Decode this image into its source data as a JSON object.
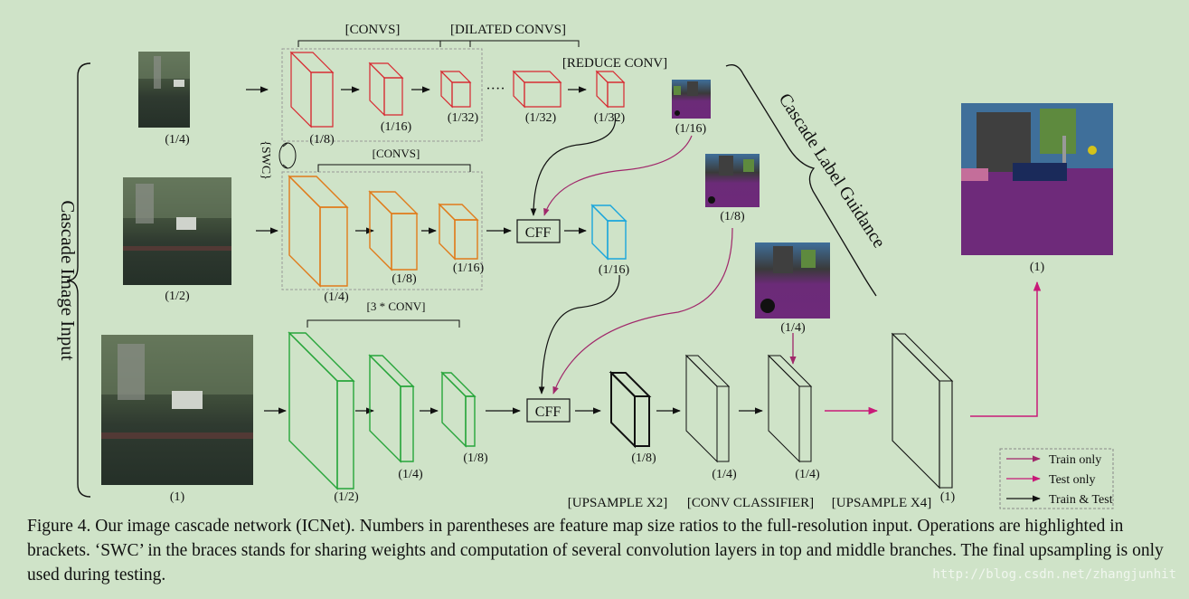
{
  "figure": {
    "side_label": "Cascade Image Input",
    "guidance_label": "Cascade Label Guidance",
    "swc_label": "{SWC}",
    "ops": {
      "convs_top": "[CONVS]",
      "dilated_convs": "[DILATED CONVS]",
      "reduce_conv": "[REDUCE CONV]",
      "convs_mid": "[CONVS]",
      "conv3": "[3 * CONV]",
      "upsample_x2": "[UPSAMPLE X2]",
      "conv_classifier": "[CONV CLASSIFIER]",
      "upsample_x4": "[UPSAMPLE X4]"
    },
    "ratios": {
      "img_top": "(1/4)",
      "img_mid": "(1/2)",
      "img_bot": "(1)",
      "top_1": "(1/8)",
      "top_2": "(1/16)",
      "top_3": "(1/32)",
      "top_4": "(1/32)",
      "top_5": "(1/32)",
      "mid_1": "(1/4)",
      "mid_2": "(1/8)",
      "mid_3": "(1/16)",
      "cff1_out": "(1/16)",
      "bot_1": "(1/2)",
      "bot_2": "(1/4)",
      "bot_3": "(1/8)",
      "up_1": "(1/8)",
      "cls_1": "(1/4)",
      "cls_2": "(1/4)",
      "up_final": "(1)",
      "label_16": "(1/16)",
      "label_8": "(1/8)",
      "label_4": "(1/4)",
      "output": "(1)"
    },
    "cff_label": "CFF",
    "dots": "····",
    "legend": {
      "train_only": "Train only",
      "test_only": "Test only",
      "train_test": "Train & Test"
    },
    "colors": {
      "background": "#cfe3c8",
      "top_branch": "#d8262e",
      "middle_branch": "#e07b1a",
      "bottom_branch": "#27a53a",
      "cff_output": "#1aa6dc",
      "upsample_block": "#111111",
      "train_only_arrow": "#a0276a",
      "test_only_arrow": "#c81a78",
      "train_test_arrow": "#111111"
    }
  },
  "caption": "Figure 4. Our image cascade network (ICNet). Numbers in parentheses are feature map size ratios to the full-resolution input. Operations are highlighted in brackets. ‘SWC’ in the braces stands for sharing weights and computation of several convolution layers in top and middle branches. The final upsampling is only used during testing.",
  "watermark": "http://blog.csdn.net/zhangjunhit"
}
